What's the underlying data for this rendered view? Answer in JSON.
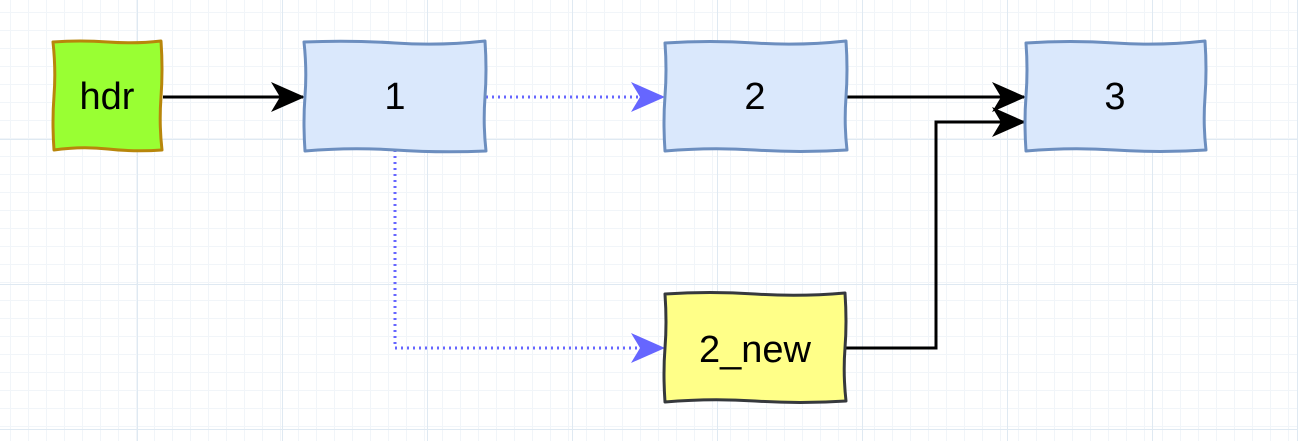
{
  "diagram": {
    "nodes": [
      {
        "id": "hdr",
        "label": "hdr",
        "fill": "#99ff33",
        "stroke": "#b8860b"
      },
      {
        "id": "n1",
        "label": "1",
        "fill": "#dae8fc",
        "stroke": "#6c8ebf"
      },
      {
        "id": "n2",
        "label": "2",
        "fill": "#dae8fc",
        "stroke": "#6c8ebf"
      },
      {
        "id": "n3",
        "label": "3",
        "fill": "#dae8fc",
        "stroke": "#6c8ebf"
      },
      {
        "id": "n2new",
        "label": "2_new",
        "fill": "#ffff88",
        "stroke": "#36393d"
      }
    ],
    "edges": [
      {
        "from": "hdr",
        "to": "n1",
        "style": "solid",
        "color": "#000000"
      },
      {
        "from": "n1",
        "to": "n2",
        "style": "dotted",
        "color": "#6666ff"
      },
      {
        "from": "n2",
        "to": "n3",
        "style": "solid",
        "color": "#000000"
      },
      {
        "from": "n1",
        "to": "n2new",
        "style": "dotted",
        "color": "#6666ff"
      },
      {
        "from": "n2new",
        "to": "n3",
        "style": "solid",
        "color": "#000000"
      }
    ]
  }
}
